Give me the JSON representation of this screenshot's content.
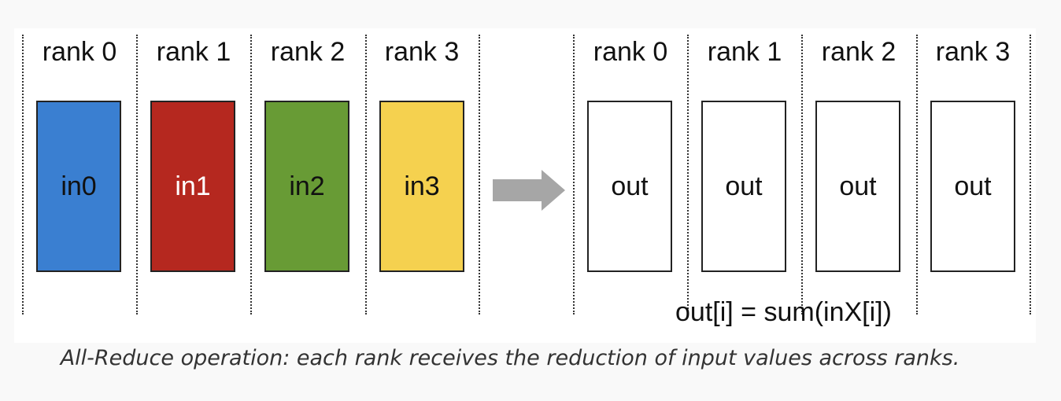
{
  "diagram": {
    "input_ranks": [
      {
        "label": "rank 0",
        "buffer": "in0",
        "fill": "#3a7fd1",
        "text_color": "#111111"
      },
      {
        "label": "rank 1",
        "buffer": "in1",
        "fill": "#b5281f",
        "text_color": "#ffffff"
      },
      {
        "label": "rank 2",
        "buffer": "in2",
        "fill": "#689b35",
        "text_color": "#111111"
      },
      {
        "label": "rank 3",
        "buffer": "in3",
        "fill": "#f5d14f",
        "text_color": "#111111"
      }
    ],
    "output_ranks": [
      {
        "label": "rank 0",
        "buffer": "out"
      },
      {
        "label": "rank 1",
        "buffer": "out"
      },
      {
        "label": "rank 2",
        "buffer": "out"
      },
      {
        "label": "rank 3",
        "buffer": "out"
      }
    ],
    "arrow_color": "#a6a6a6",
    "formula": "out[i] = sum(inX[i])"
  },
  "caption": "All-Reduce operation: each rank receives the reduction of input values across ranks."
}
